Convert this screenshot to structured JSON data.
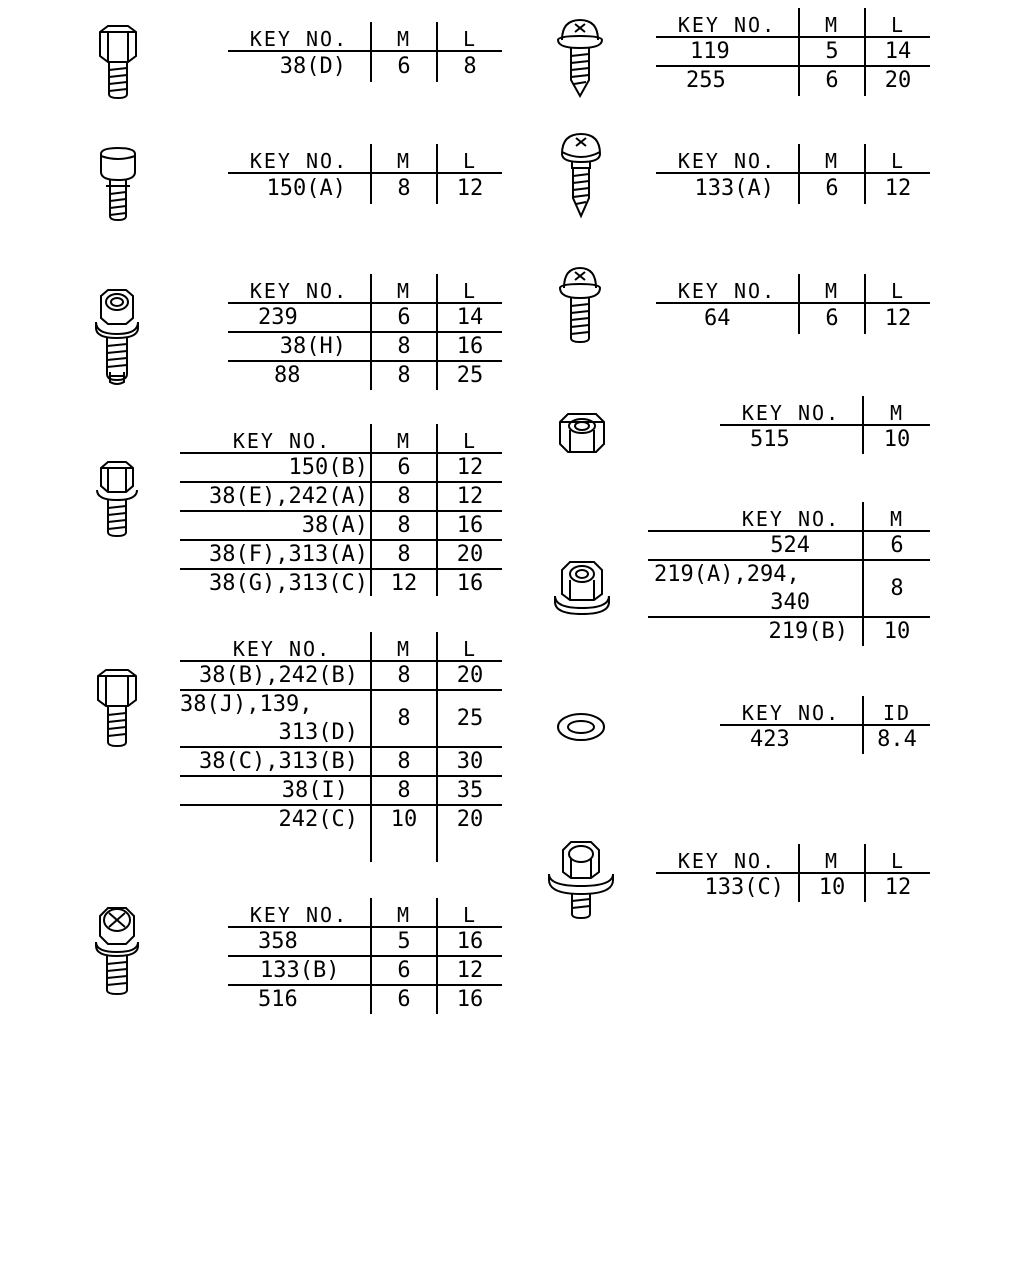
{
  "headers": {
    "key": "KEY NO.",
    "m": "M",
    "l": "L",
    "id": "ID"
  },
  "tables": [
    {
      "rows": [
        {
          "key": "38(D)",
          "m": "6",
          "l": "8"
        }
      ]
    },
    {
      "rows": [
        {
          "key": "150(A)",
          "m": "8",
          "l": "12"
        }
      ]
    },
    {
      "rows": [
        {
          "key": "239",
          "m": "6",
          "l": "14"
        },
        {
          "key": "38(H)",
          "m": "8",
          "l": "16"
        },
        {
          "key": "88",
          "m": "8",
          "l": "25"
        }
      ]
    },
    {
      "rows": [
        {
          "key": "150(B)",
          "m": "6",
          "l": "12"
        },
        {
          "key": "38(E),242(A)",
          "m": "8",
          "l": "12"
        },
        {
          "key": "38(A)",
          "m": "8",
          "l": "16"
        },
        {
          "key": "38(F),313(A)",
          "m": "8",
          "l": "20"
        },
        {
          "key": "38(G),313(C)",
          "m": "12",
          "l": "16"
        }
      ]
    },
    {
      "rows": [
        {
          "key": "38(B),242(B)",
          "m": "8",
          "l": "20"
        },
        {
          "key1": "38(J),139,",
          "key2": "313(D)",
          "m": "8",
          "l": "25"
        },
        {
          "key": "38(C),313(B)",
          "m": "8",
          "l": "30"
        },
        {
          "key": "38(I)",
          "m": "8",
          "l": "35"
        },
        {
          "key": "242(C)",
          "m": "10",
          "l": "20"
        }
      ]
    },
    {
      "rows": [
        {
          "key": "358",
          "m": "5",
          "l": "16"
        },
        {
          "key": "133(B)",
          "m": "6",
          "l": "12"
        },
        {
          "key": "516",
          "m": "6",
          "l": "16"
        }
      ]
    },
    {
      "rows": [
        {
          "key": "119",
          "m": "5",
          "l": "14"
        },
        {
          "key": "255",
          "m": "6",
          "l": "20"
        }
      ]
    },
    {
      "rows": [
        {
          "key": "133(A)",
          "m": "6",
          "l": "12"
        }
      ]
    },
    {
      "rows": [
        {
          "key": "64",
          "m": "6",
          "l": "12"
        }
      ]
    },
    {
      "rows": [
        {
          "key": "515",
          "m": "10"
        }
      ]
    },
    {
      "rows": [
        {
          "key": "524",
          "m": "6"
        },
        {
          "key1": "219(A),294,",
          "key2": "340",
          "m": "8"
        },
        {
          "key": "219(B)",
          "m": "10"
        }
      ]
    },
    {
      "rows": [
        {
          "key": "423",
          "id": "8.4"
        }
      ]
    },
    {
      "rows": [
        {
          "key": "133(C)",
          "m": "10",
          "l": "12"
        }
      ]
    }
  ],
  "icons": [
    "hex-bolt-icon",
    "round-head-bolt-icon",
    "flanged-bolt-with-pin-icon",
    "flange-hex-bolt-icon",
    "hex-bolt-icon",
    "phillips-washer-bolt-icon",
    "phillips-tapping-screw-icon",
    "phillips-pointed-screw-icon",
    "phillips-flange-screw-icon",
    "hex-nut-icon",
    "flange-nut-icon",
    "washer-icon",
    "hex-washer-bolt-icon"
  ]
}
